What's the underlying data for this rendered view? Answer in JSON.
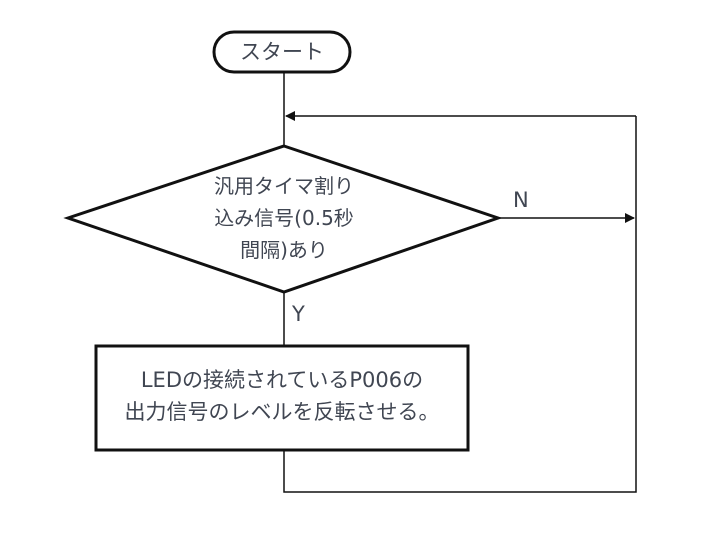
{
  "flowchart": {
    "start": {
      "label": "スタート"
    },
    "decision": {
      "lines": [
        "汎用タイマ割り",
        "込み信号(0.5秒",
        "間隔)あり"
      ]
    },
    "branches": {
      "no": "N",
      "yes": "Y"
    },
    "process": {
      "lines": [
        "LEDの接続されているP006の",
        "出力信号のレベルを反転させる。"
      ]
    }
  },
  "colors": {
    "stroke": "#111111",
    "text": "#404652",
    "background": "#ffffff"
  }
}
